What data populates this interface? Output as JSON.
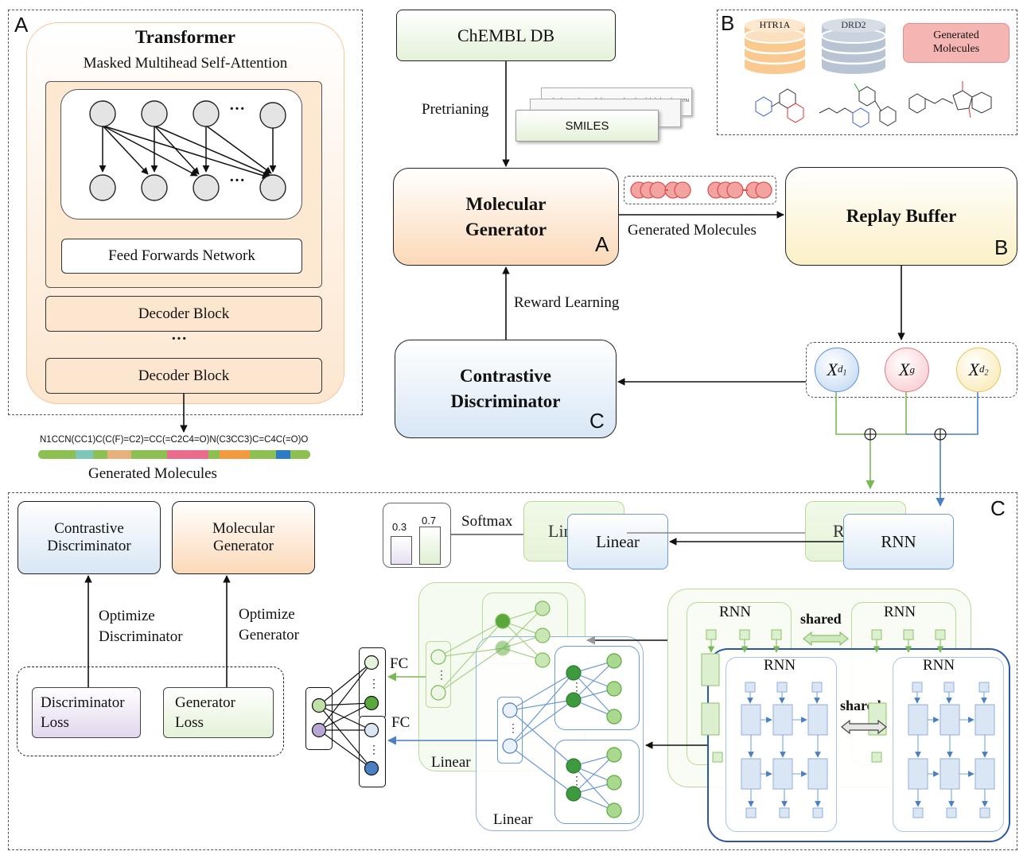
{
  "panel_a": {
    "corner_label": "A",
    "title": "Transformer",
    "subtitle": "Masked Multihead Self-Attention",
    "ellipsis_top": "···",
    "ellipsis_bottom": "···",
    "ffn_label": "Feed Forwards Network",
    "decoder_block_1": "Decoder Block",
    "decoder_ellipsis": "···",
    "decoder_block_2": "Decoder Block",
    "smiles_string": "N1CCN(CC1)C(C(F)=C2)=CC(=C2C4=O)N(C3CC3)C=C4C(=O)O",
    "output_label": "Generated Molecules"
  },
  "flow": {
    "chembl": "ChEMBL DB",
    "pretraining": "Pretrianing",
    "smiles_card": "SMILES",
    "generator_line1": "Molecular",
    "generator_line2": "Generator",
    "generator_corner": "A",
    "generated_molecules": "Generated Molecules",
    "replay_buffer": "Replay Buffer",
    "replay_corner": "B",
    "reward_learning": "Reward Learning",
    "discriminator_line1": "Contrastive",
    "discriminator_line2": "Discriminator",
    "discriminator_corner": "C",
    "xd1": "X_{d_1}",
    "xg": "X_g",
    "xd2": "X_{d_2}"
  },
  "panel_b": {
    "corner_label": "B",
    "db1": "HTR1A",
    "db2": "DRD2",
    "generated": "Generated Molecules",
    "colors": {
      "htr1a": "#f9c98f",
      "drd2": "#b8c4d4",
      "generated": "#f2a9a6"
    }
  },
  "panel_c": {
    "corner_label": "C",
    "contrastive_discriminator": "Contrastive Discriminator",
    "molecular_generator": "Molecular Generator",
    "optimize_discriminator": "Optimize Discriminator",
    "optimize_generator": "Optimize Generator",
    "discriminator_loss": "Discriminator Loss",
    "generator_loss": "Generator Loss",
    "softmax": "Softmax",
    "prob_values": [
      "0.3",
      "0.7"
    ],
    "linear_back": "Linear",
    "linear_front": "Linear",
    "rnn_back": "RNN",
    "rnn_front": "RNN",
    "fc1": "FC",
    "fc2": "FC",
    "linear_green": "Linear",
    "linear_blue": "Linear",
    "rnn_green_1": "RNN",
    "rnn_green_2": "RNN",
    "rnn_blue_1": "RNN",
    "rnn_blue_2": "RNN",
    "shared_green": "shared",
    "shared_blue": "shared",
    "colors": {
      "green": "#79b955",
      "blue": "#4a7fc4",
      "dark_blue": "#2b56a8"
    }
  }
}
